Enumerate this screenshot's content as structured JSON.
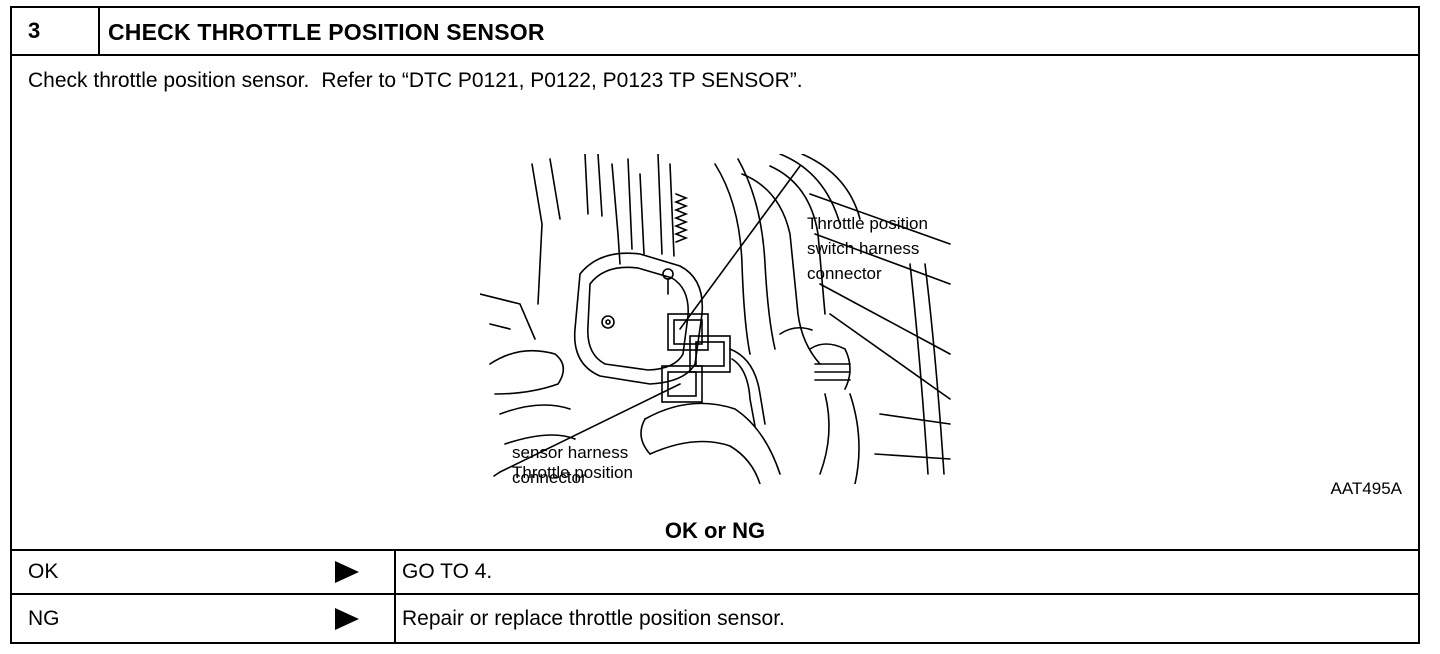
{
  "step": {
    "number": "3",
    "title": "CHECK THROTTLE POSITION SENSOR"
  },
  "instruction": {
    "text": "Check throttle position sensor.",
    "reference": "Refer to “DTC P0121, P0122, P0123 TP SENSOR”."
  },
  "figure": {
    "callout_top": [
      "Throttle position",
      "switch harness",
      "connector"
    ],
    "callout_bottom": [
      "Throttle position",
      "sensor harness",
      "connector"
    ],
    "code": "AAT495A",
    "icon": "engine-illustration"
  },
  "decision": {
    "label": "OK or NG"
  },
  "results": [
    {
      "label": "OK",
      "arrow": "right-triangle-arrow",
      "action": "GO TO 4."
    },
    {
      "label": "NG",
      "arrow": "right-triangle-arrow",
      "action": "Repair or replace throttle position sensor."
    }
  ]
}
